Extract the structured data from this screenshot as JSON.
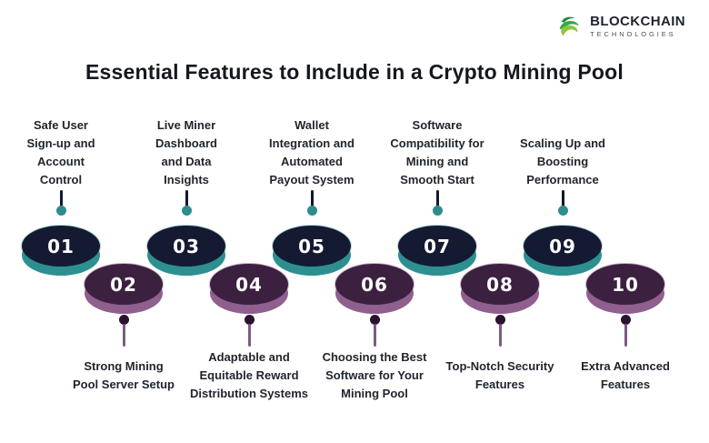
{
  "logo": {
    "name": "BLOCKCHAIN",
    "subtitle": "TECHNOLOGIES"
  },
  "title": "Essential Features to Include in a Crypto Mining Pool",
  "colors": {
    "navy_disc_face": "#141a32",
    "teal_disc_rim": "#2e8f90",
    "purple_disc_face": "#3c2040",
    "mauve_disc_rim": "#8f5f8e",
    "top_pin_line": "#13182a",
    "top_pin_dot": "#2d8d8e",
    "bottom_pin_dot": "#2a1230",
    "bottom_pin_line": "#7d5a85",
    "logo_green_dark": "#1f8a3e",
    "logo_green_light": "#8dc63f",
    "label_text": "#21252d",
    "title_text": "#15181f"
  },
  "items": [
    {
      "number": "01",
      "row": "top",
      "label": "Safe User Sign-up and Account Control",
      "label_lines": [
        "Safe User",
        "Sign-up and",
        "Account",
        "Control"
      ]
    },
    {
      "number": "02",
      "row": "bottom",
      "label": "Strong Mining Pool Server Setup",
      "label_lines": [
        "Strong Mining",
        "Pool Server Setup"
      ]
    },
    {
      "number": "03",
      "row": "top",
      "label": "Live Miner Dashboard and Data Insights",
      "label_lines": [
        "Live Miner",
        "Dashboard",
        "and Data",
        "Insights"
      ]
    },
    {
      "number": "04",
      "row": "bottom",
      "label": "Adaptable and Equitable Reward Distribution Systems",
      "label_lines": [
        "Adaptable and",
        "Equitable Reward",
        "Distribution Systems"
      ]
    },
    {
      "number": "05",
      "row": "top",
      "label": "Wallet Integration and Automated Payout System",
      "label_lines": [
        "Wallet",
        "Integration and",
        "Automated",
        "Payout System"
      ]
    },
    {
      "number": "06",
      "row": "bottom",
      "label": "Choosing the Best Software for Your Mining Pool",
      "label_lines": [
        "Choosing the Best",
        "Software for Your",
        "Mining Pool"
      ]
    },
    {
      "number": "07",
      "row": "top",
      "label": "Software Compatibility for Mining and Smooth Start",
      "label_lines": [
        "Software",
        "Compatibility for",
        "Mining and",
        "Smooth Start"
      ]
    },
    {
      "number": "08",
      "row": "bottom",
      "label": "Top-Notch Security Features",
      "label_lines": [
        "Top-Notch Security",
        "Features"
      ]
    },
    {
      "number": "09",
      "row": "top",
      "label": "Scaling Up and Boosting Performance",
      "label_lines": [
        "Scaling Up and",
        "Boosting",
        "Performance"
      ]
    },
    {
      "number": "10",
      "row": "bottom",
      "label": "Extra Advanced Features",
      "label_lines": [
        "Extra Advanced",
        "Features"
      ]
    }
  ]
}
